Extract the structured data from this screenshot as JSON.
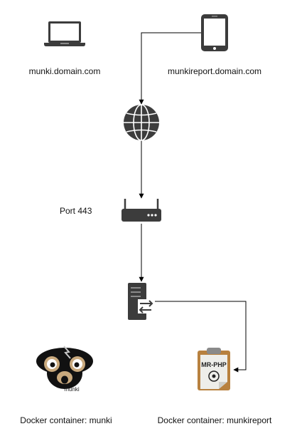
{
  "diagram": {
    "nodes": {
      "laptop": {
        "label": "munki.domain.com",
        "icon": "laptop-icon"
      },
      "tablet": {
        "label": "munkireport.domain.com",
        "icon": "tablet-icon"
      },
      "internet": {
        "label": "",
        "icon": "globe-icon"
      },
      "router": {
        "label": "Port 443",
        "icon": "router-icon"
      },
      "proxy": {
        "label": "",
        "icon": "server-proxy-icon"
      },
      "munki": {
        "label": "Docker container: munki",
        "icon": "munki-logo",
        "logo_text": "munki"
      },
      "munkireport": {
        "label": "Docker container: munkireport",
        "icon": "mr-php-clipboard-icon",
        "logo_text": "MR-PHP"
      }
    },
    "edges": [
      {
        "from": "tablet",
        "to": "internet"
      },
      {
        "from": "internet",
        "to": "router"
      },
      {
        "from": "router",
        "to": "proxy"
      },
      {
        "from": "proxy",
        "to": "munkireport"
      }
    ],
    "colors": {
      "icon": "#3c3c3c",
      "line": "#000000",
      "text": "#111111"
    }
  }
}
